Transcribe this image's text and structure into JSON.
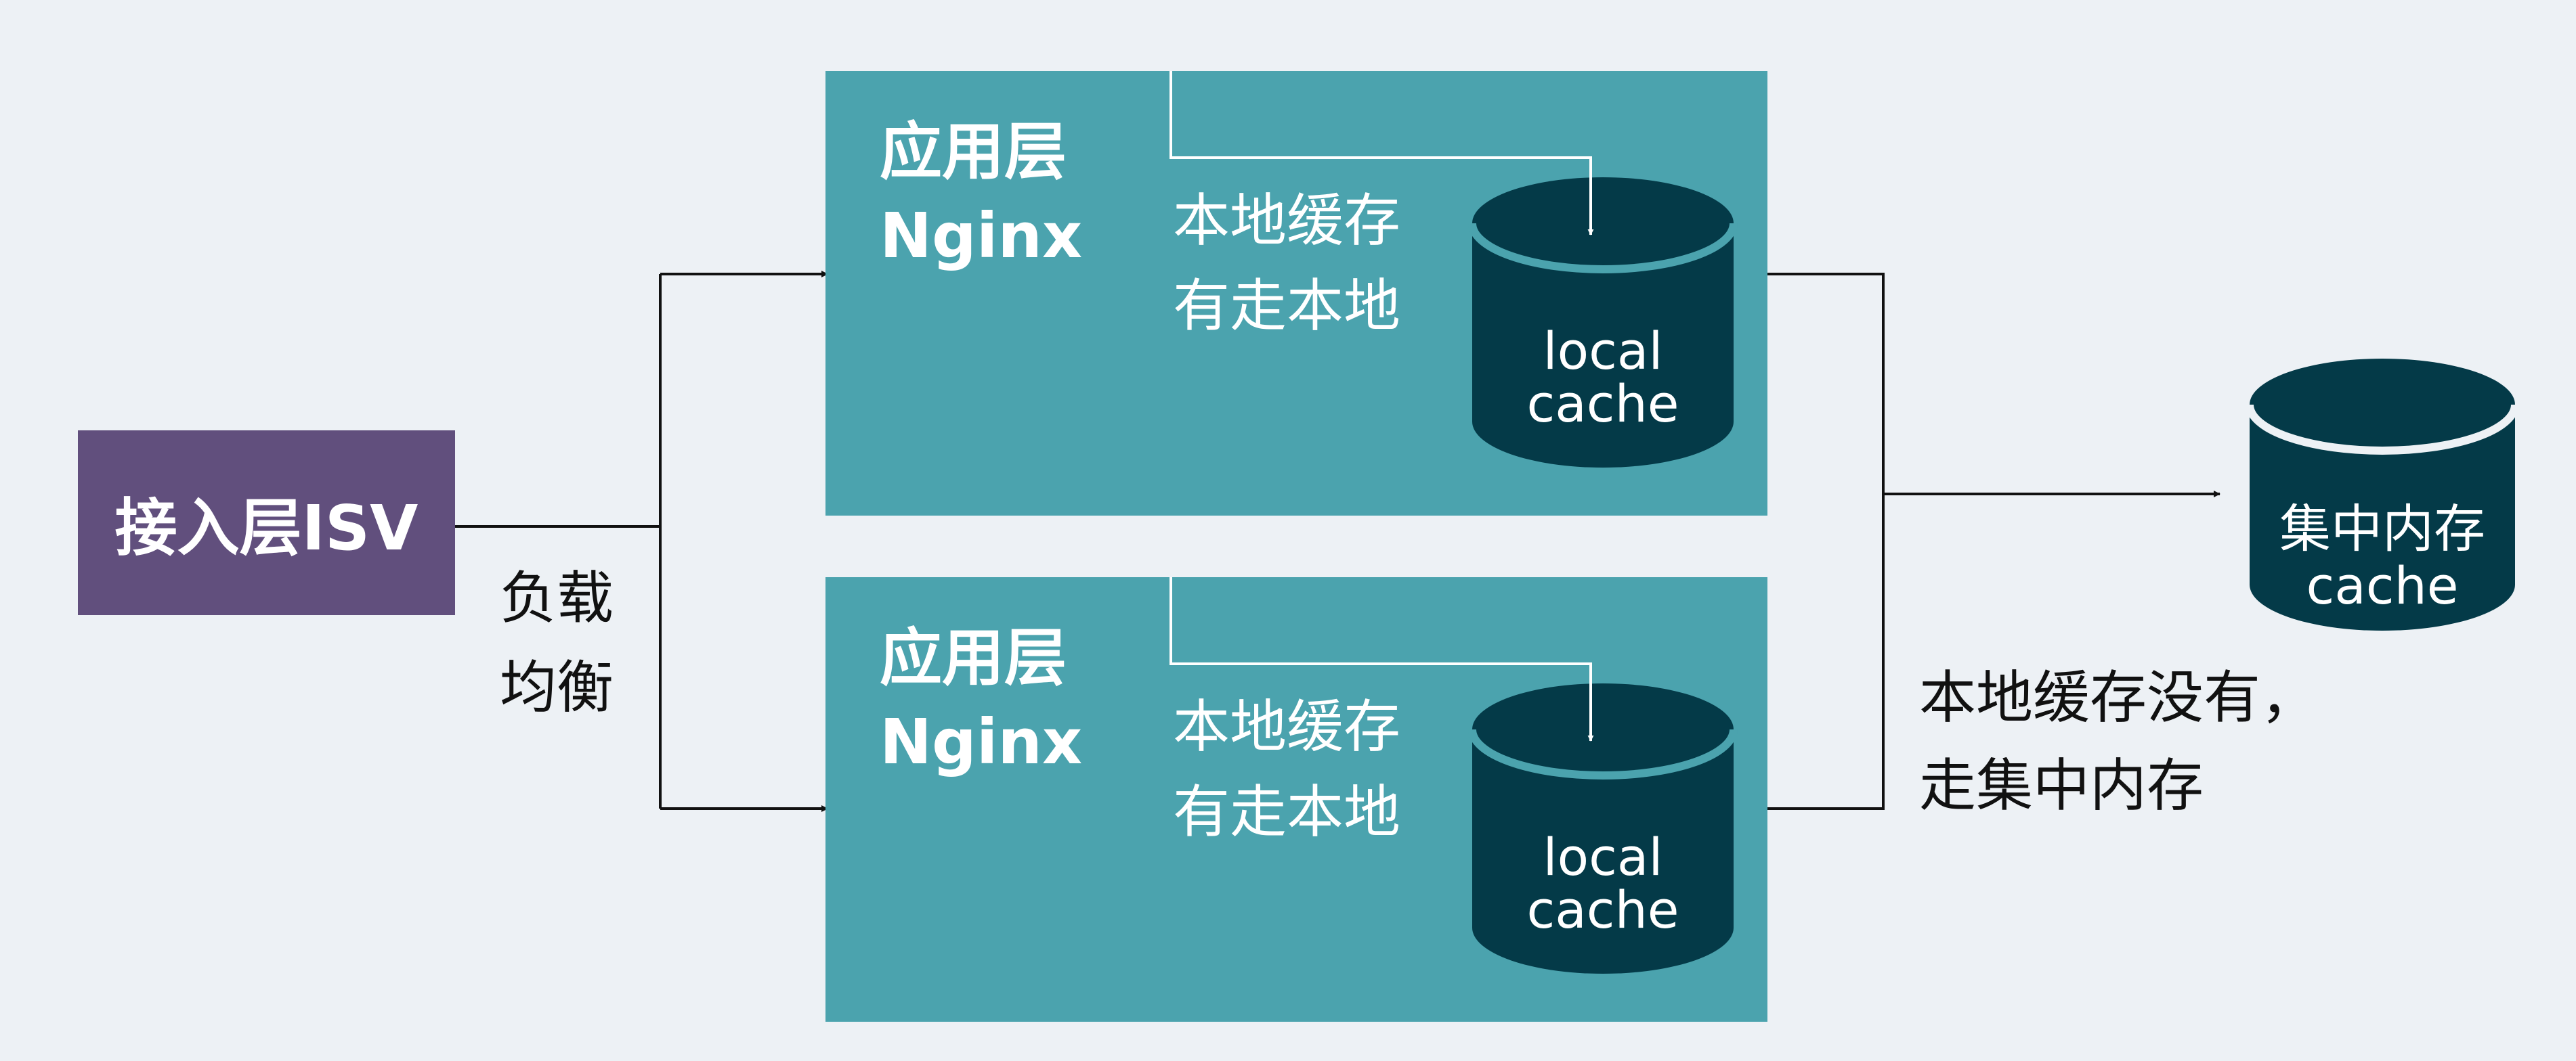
{
  "entry": {
    "label": "接入层ISV"
  },
  "load_balancer": {
    "line1": "负载",
    "line2": "均衡"
  },
  "app_layers": [
    {
      "title_line1": "应用层",
      "title_line2": "Nginx",
      "note_line1": "本地缓存",
      "note_line2": "有走本地",
      "cache_line1": "local",
      "cache_line2": "cache"
    },
    {
      "title_line1": "应用层",
      "title_line2": "Nginx",
      "note_line1": "本地缓存",
      "note_line2": "有走本地",
      "cache_line1": "local",
      "cache_line2": "cache"
    }
  ],
  "central_cache": {
    "line1": "集中内存",
    "line2": "cache"
  },
  "fallback_note": {
    "line1": "本地缓存没有，",
    "line2": "走集中内存"
  },
  "colors": {
    "background": "#edf1f5",
    "entry_box": "#614f7d",
    "app_box": "#4ba3ae",
    "cylinder": "#043a48",
    "arrow": "#111111"
  }
}
